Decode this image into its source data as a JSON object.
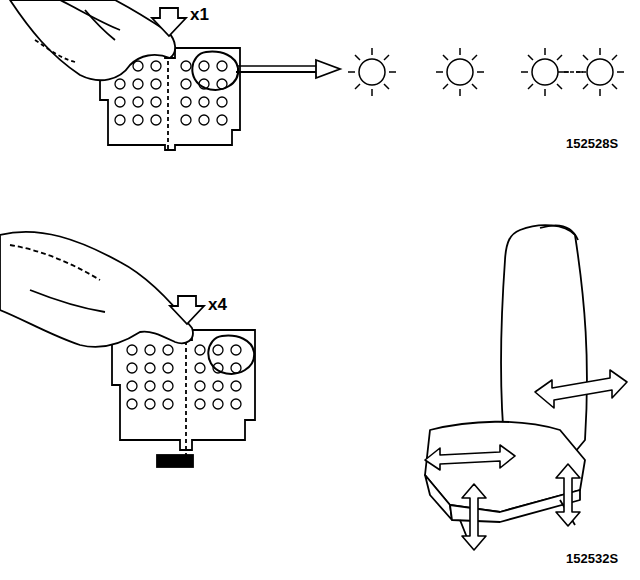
{
  "diagram": {
    "labels": [
      "x1",
      "152528S",
      "x4",
      "152532S"
    ]
  }
}
